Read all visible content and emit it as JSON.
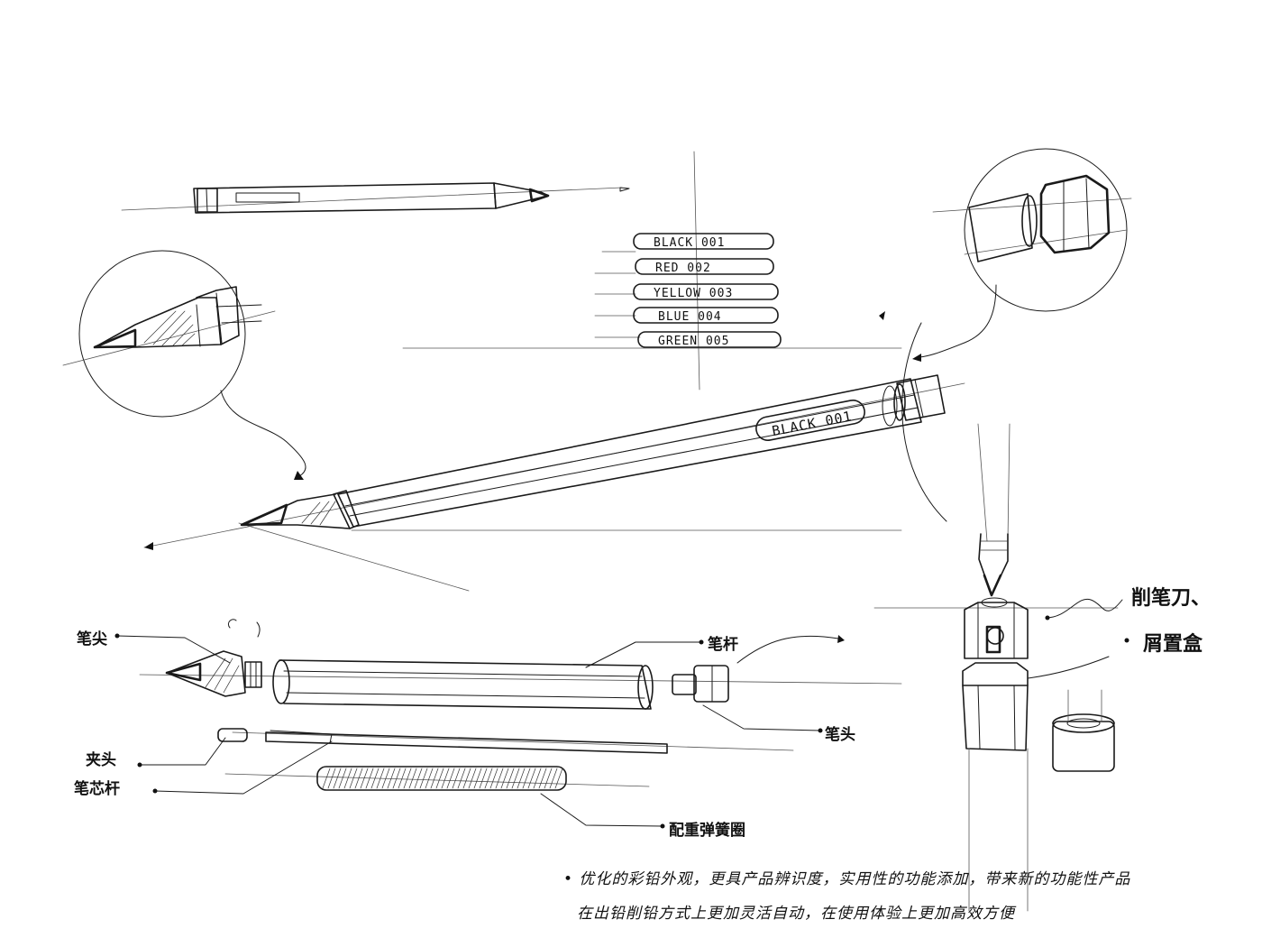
{
  "color_labels": [
    "BLACK 001",
    "RED 002",
    "YELLOW 003",
    "BLUE 004",
    "GREEN 005"
  ],
  "barrel_label": "BLACK 001",
  "parts": {
    "tip": "笔尖",
    "barrel": "笔杆",
    "cap": "笔头",
    "clip": "夹头",
    "core_rod": "笔芯杆",
    "spring": "配重弹簧圈",
    "sharpener": "削笔刀、",
    "shavings_box": "屑置盒"
  },
  "notes": [
    "• 优化的彩铅外观，更具产品辨识度，实用性的功能添加，带来新的功能性产品",
    "在出铅削铅方式上更加灵活自动，在使用体验上更加高效方便"
  ]
}
